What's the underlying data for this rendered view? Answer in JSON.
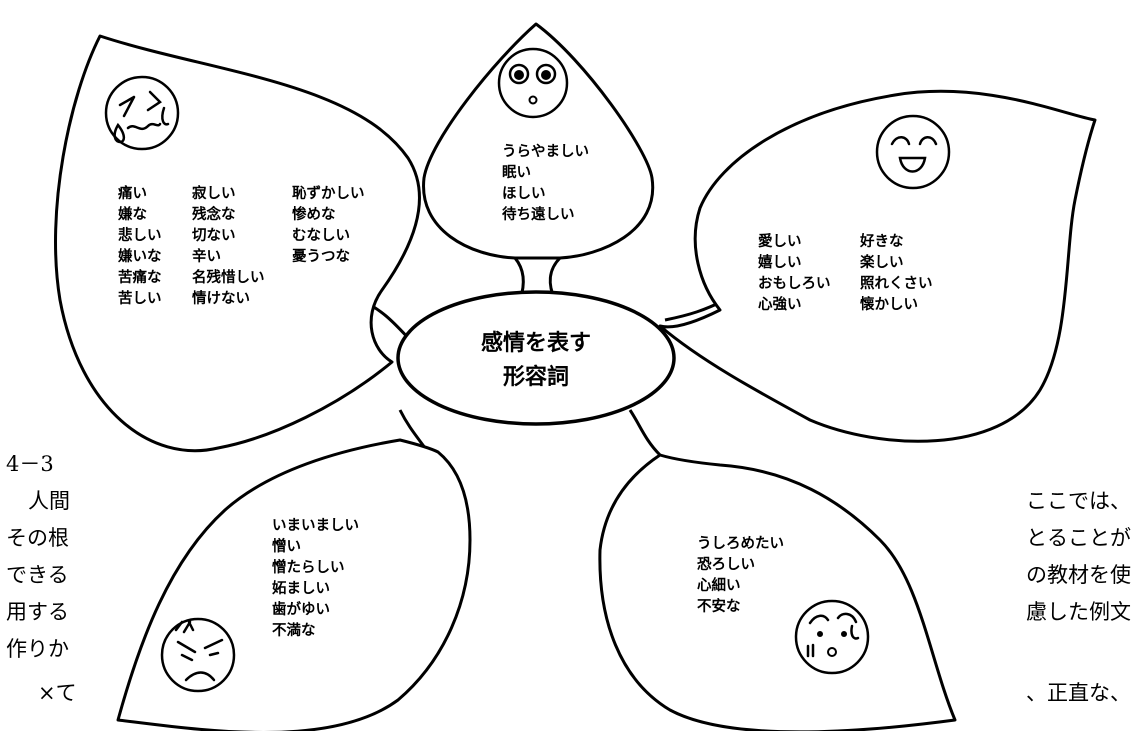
{
  "center": {
    "line1": "感情を表す",
    "line2": "形容詞"
  },
  "leaves": {
    "sad": {
      "icon": "crying-face-icon",
      "columns": [
        [
          "痛い",
          "嫌な",
          "悲しい",
          "嫌いな",
          "苦痛な",
          "苦しい"
        ],
        [
          "寂しい",
          "残念な",
          "切ない",
          "辛い",
          "名残惜しい",
          "情けない"
        ],
        [
          "恥ずかしい",
          "惨めな",
          "むなしい",
          "憂うつな"
        ]
      ]
    },
    "surprise": {
      "icon": "surprised-face-icon",
      "words": [
        "うらやましい",
        "眠い",
        "ほしい",
        "待ち遠しい"
      ]
    },
    "happy": {
      "icon": "smiling-face-icon",
      "columns": [
        [
          "愛しい",
          "嬉しい",
          "おもしろい",
          "心強い"
        ],
        [
          "好きな",
          "楽しい",
          "照れくさい",
          "懐かしい"
        ]
      ]
    },
    "angry": {
      "icon": "angry-face-icon",
      "words": [
        "いまいましい",
        "憎い",
        "憎たらしい",
        "妬ましい",
        "歯がゆい",
        "不満な"
      ]
    },
    "worried": {
      "icon": "worried-face-icon",
      "words": [
        "うしろめたい",
        "恐ろしい",
        "心細い",
        "不安な"
      ]
    }
  },
  "background_text": {
    "left": [
      "4－3",
      "人間",
      "その根",
      "できる",
      "用する",
      "作りか",
      "×て"
    ],
    "right": [
      "ここでは、",
      "とることが",
      "の教材を使",
      "慮した例文",
      "、正直な、"
    ]
  }
}
